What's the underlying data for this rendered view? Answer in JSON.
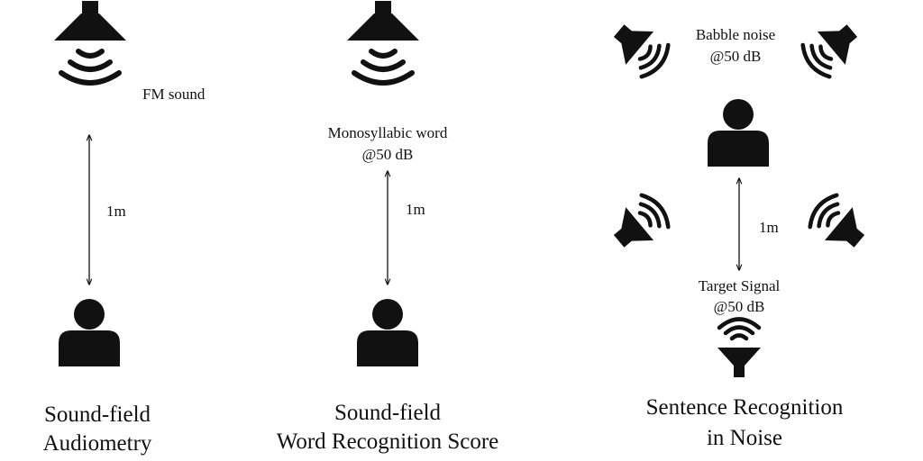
{
  "colors": {
    "ink": "#111111",
    "background": "#ffffff"
  },
  "panels": [
    {
      "source_label": "FM sound",
      "distance_label": "1m",
      "caption_line1": "Sound-field",
      "caption_line2": "Audiometry",
      "icons": [
        "ceiling-speaker-icon",
        "person-icon"
      ]
    },
    {
      "source_label_line1": "Monosyllabic word",
      "source_label_line2": "@50 dB",
      "distance_label": "1m",
      "caption_line1": "Sound-field",
      "caption_line2": "Word Recognition Score",
      "icons": [
        "ceiling-speaker-icon",
        "person-icon"
      ]
    },
    {
      "noise_label_line1": "Babble noise",
      "noise_label_line2": "@50 dB",
      "distance_label": "1m",
      "target_label_line1": "Target Signal",
      "target_label_line2": "@50 dB",
      "caption_line1": "Sentence Recognition",
      "caption_line2": "in Noise",
      "icons": [
        "loudspeaker-icon",
        "person-icon",
        "target-speaker-icon"
      ]
    }
  ]
}
